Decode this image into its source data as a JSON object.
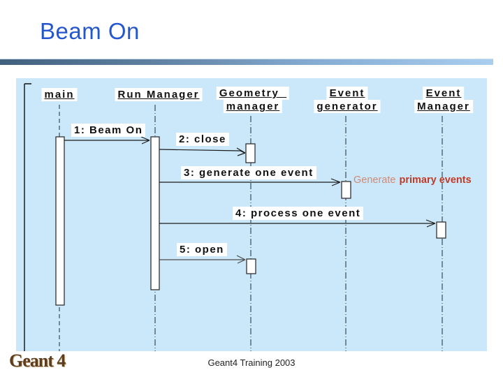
{
  "slide": {
    "title": "Beam On",
    "footer_credit": "Geant4 Training 2003",
    "logo_text": "Geant 4"
  },
  "diagram": {
    "type": "uml-sequence-diagram",
    "participants": [
      {
        "id": "main",
        "lines": [
          "main"
        ]
      },
      {
        "id": "run-manager",
        "lines": [
          "Run Manager"
        ]
      },
      {
        "id": "geometry-manager",
        "lines": [
          "Geometry_",
          "manager"
        ]
      },
      {
        "id": "event-generator",
        "lines": [
          "Event",
          "generator"
        ]
      },
      {
        "id": "event-manager",
        "lines": [
          "Event",
          "Manager"
        ]
      }
    ],
    "messages": [
      {
        "seq": 1,
        "label": "1: Beam On",
        "from": "main",
        "to": "run-manager"
      },
      {
        "seq": 2,
        "label": "2: close",
        "from": "run-manager",
        "to": "geometry-manager"
      },
      {
        "seq": 3,
        "label": "3: generate one event",
        "from": "run-manager",
        "to": "event-generator"
      },
      {
        "seq": 4,
        "label": "4: process one event",
        "from": "run-manager",
        "to": "event-manager"
      },
      {
        "seq": 5,
        "label": "5: open",
        "from": "run-manager",
        "to": "geometry-manager"
      }
    ],
    "annotation": {
      "prefix": "Generate",
      "emphasis": "primary events"
    }
  },
  "colors": {
    "title_blue": "#2457ce",
    "divider_gradient_left": "#41607e",
    "divider_gradient_right": "#a9ceef",
    "canvas_background": "#cbe8fa",
    "annotation_prefix_red": "#cf8a76",
    "annotation_emphasis_red": "#c13a26",
    "logo_brown": "#5e3d1d"
  }
}
